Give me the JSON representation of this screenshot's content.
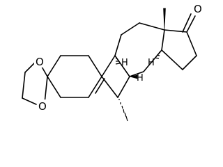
{
  "atom_labels": {
    "ketone_oxygen": "O",
    "ketal_oxygen_top": "O",
    "ketal_oxygen_bottom": "O",
    "h_9": "H",
    "h_8": "H",
    "h_14": "H"
  },
  "colors": {
    "bond": "#000000",
    "background": "#ffffff"
  }
}
